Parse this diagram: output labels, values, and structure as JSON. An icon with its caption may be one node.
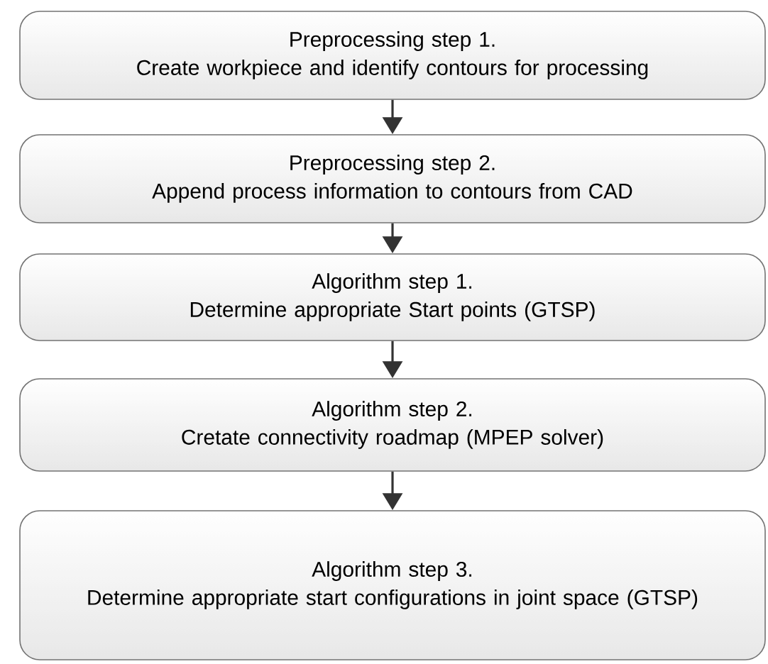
{
  "diagram": {
    "nodes": [
      {
        "text": [
          "Preprocessing step 1.",
          "Create workpiece and identify contours for processing"
        ]
      },
      {
        "text": [
          "Preprocessing step 2.",
          "Append process information to contours from CAD"
        ]
      },
      {
        "text": [
          "Algorithm step 1.",
          "Determine appropriate Start points (GTSP)"
        ]
      },
      {
        "text": [
          "Algorithm step 2.",
          "Cretate connectivity roadmap (MPEP solver)"
        ]
      },
      {
        "text": [
          "Algorithm step 3.",
          "Determine appropriate start configurations in joint space (GTSP)"
        ]
      }
    ],
    "edges": [
      {
        "from": 0,
        "to": 1,
        "arrow": "to"
      },
      {
        "from": 1,
        "to": 2,
        "arrow": "to"
      },
      {
        "from": 2,
        "to": 3,
        "arrow": "to"
      },
      {
        "from": 3,
        "to": 4,
        "arrow": "to"
      }
    ]
  }
}
